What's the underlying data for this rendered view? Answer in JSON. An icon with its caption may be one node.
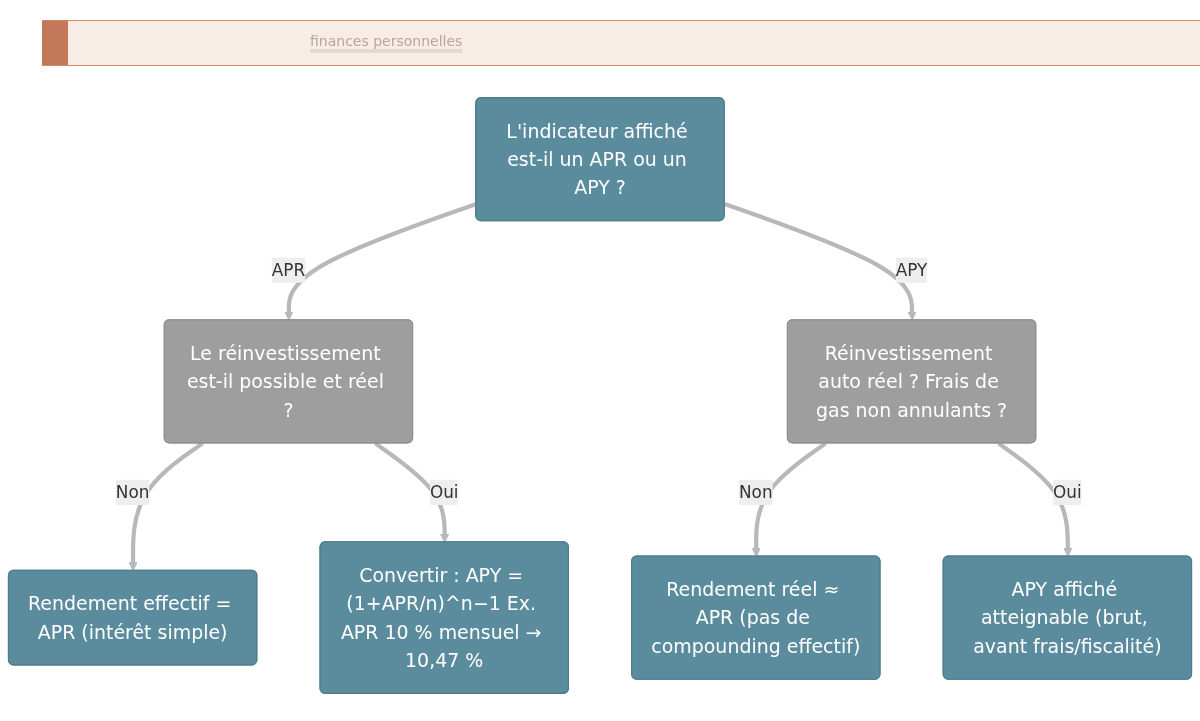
{
  "diagram": {
    "nodes": [
      {
        "text": [
          "L'indicateur affiché est-il un APR ou un APY ?"
        ]
      },
      {
        "text": [
          "Le réinvestissement est-il possible et réel ?"
        ]
      },
      {
        "text": [
          "Réinvestissement auto réel ? Frais de gas non annulants ?"
        ]
      },
      {
        "text": [
          "Rendement effectif = APR (intérêt simple)"
        ]
      },
      {
        "text": [
          "Convertir : APY = (1+APR/n)^n−1 Ex. APR 10 % mensuel → 10,47 %"
        ]
      },
      {
        "text": [
          "Rendement réel ≈ APR (pas de compounding effectif)"
        ]
      },
      {
        "text": [
          "APY affiché atteignable (brut, avant frais/fiscalité)"
        ]
      }
    ],
    "edges": [
      {
        "from": 0,
        "to": 1,
        "arrow": "to",
        "label": "APR"
      },
      {
        "from": 0,
        "to": 2,
        "arrow": "to",
        "label": "APY"
      },
      {
        "from": 1,
        "to": 3,
        "arrow": "to",
        "label": "Non"
      },
      {
        "from": 1,
        "to": 4,
        "arrow": "to",
        "label": "Oui"
      },
      {
        "from": 2,
        "to": 5,
        "arrow": "to",
        "label": "Non"
      },
      {
        "from": 2,
        "to": 6,
        "arrow": "to",
        "label": "Oui"
      }
    ],
    "labels": [
      "finances personnelles"
    ]
  }
}
